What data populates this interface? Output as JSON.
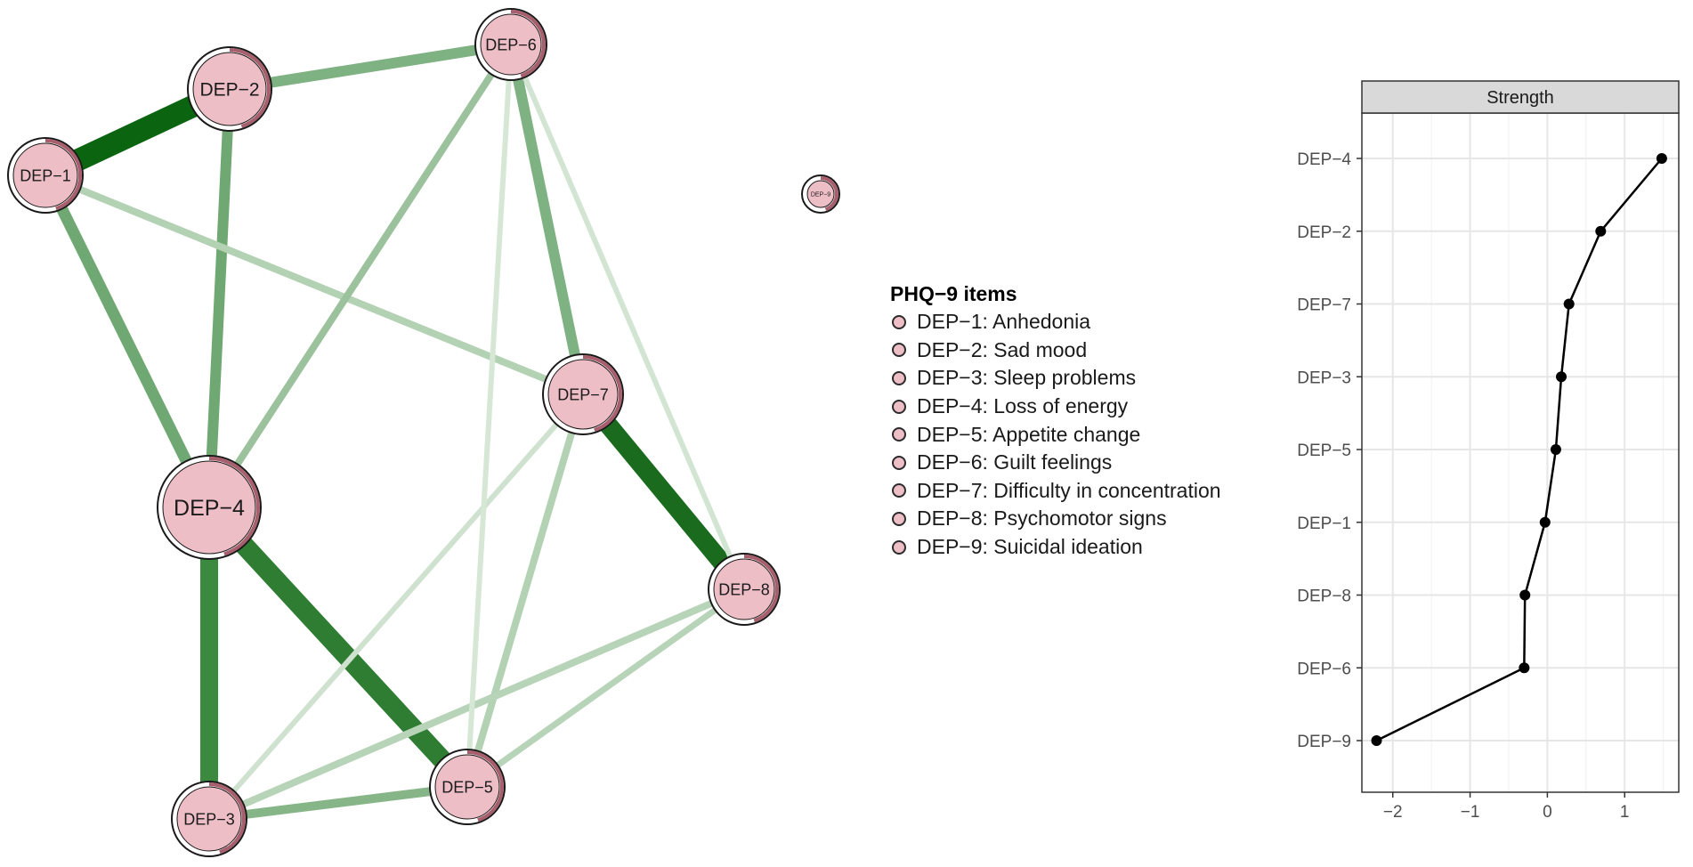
{
  "network": {
    "nodes": [
      {
        "id": "DEP-1",
        "label": "DEP−1"
      },
      {
        "id": "DEP-2",
        "label": "DEP−2"
      },
      {
        "id": "DEP-3",
        "label": "DEP−3"
      },
      {
        "id": "DEP-4",
        "label": "DEP−4"
      },
      {
        "id": "DEP-5",
        "label": "DEP−5"
      },
      {
        "id": "DEP-6",
        "label": "DEP−6"
      },
      {
        "id": "DEP-7",
        "label": "DEP−7"
      },
      {
        "id": "DEP-8",
        "label": "DEP−8"
      },
      {
        "id": "DEP-9",
        "label": "DEP−9"
      }
    ],
    "edges": [
      {
        "from": "DEP-1",
        "to": "DEP-2",
        "color": "#0a6410"
      },
      {
        "from": "DEP-4",
        "to": "DEP-5",
        "color": "#2e7d32"
      },
      {
        "from": "DEP-7",
        "to": "DEP-8",
        "color": "#1b6b1e"
      },
      {
        "from": "DEP-3",
        "to": "DEP-4",
        "color": "#3c8a3f"
      },
      {
        "from": "DEP-1",
        "to": "DEP-4",
        "color": "#6fa872"
      },
      {
        "from": "DEP-2",
        "to": "DEP-4",
        "color": "#6fa872"
      },
      {
        "from": "DEP-2",
        "to": "DEP-6",
        "color": "#7fb282"
      },
      {
        "from": "DEP-6",
        "to": "DEP-7",
        "color": "#7fb282"
      },
      {
        "from": "DEP-1",
        "to": "DEP-7",
        "color": "#b3d1b3"
      },
      {
        "from": "DEP-4",
        "to": "DEP-6",
        "color": "#9cc29d"
      },
      {
        "from": "DEP-3",
        "to": "DEP-5",
        "color": "#86b688"
      },
      {
        "from": "DEP-5",
        "to": "DEP-7",
        "color": "#b3d1b3"
      },
      {
        "from": "DEP-3",
        "to": "DEP-8",
        "color": "#b8d4b8"
      },
      {
        "from": "DEP-5",
        "to": "DEP-8",
        "color": "#b8d4b8"
      },
      {
        "from": "DEP-3",
        "to": "DEP-7",
        "color": "#cfe2cf"
      },
      {
        "from": "DEP-5",
        "to": "DEP-6",
        "color": "#d6e7d6"
      },
      {
        "from": "DEP-6",
        "to": "DEP-8",
        "color": "#d2e4d2"
      }
    ],
    "node_fill": "#eebec7",
    "node_ring": "#a85f6d"
  },
  "legend": {
    "title": "PHQ−9 items",
    "items": [
      "DEP−1: Anhedonia",
      "DEP−2: Sad mood",
      "DEP−3: Sleep problems",
      "DEP−4: Loss of energy",
      "DEP−5: Appetite change",
      "DEP−6: Guilt feelings",
      "DEP−7: Difficulty in concentration",
      "DEP−8: Psychomotor signs",
      "DEP−9: Suicidal ideation"
    ]
  },
  "chart_data": {
    "type": "line",
    "title": "Strength",
    "xlabel": "",
    "ylabel": "",
    "xlim": [
      -2.4,
      1.7
    ],
    "x_ticks": [
      -2,
      -1,
      0,
      1
    ],
    "x_tick_labels": [
      "−2",
      "−1",
      "0",
      "1"
    ],
    "categories": [
      "DEP−4",
      "DEP−2",
      "DEP−7",
      "DEP−3",
      "DEP−5",
      "DEP−1",
      "DEP−8",
      "DEP−6",
      "DEP−9"
    ],
    "values": [
      1.48,
      0.69,
      0.28,
      0.18,
      0.11,
      -0.03,
      -0.29,
      -0.3,
      -2.21
    ],
    "grid": true,
    "colors": {
      "line": "#000000",
      "point": "#000000",
      "strip": "#d9d9d9",
      "grid": "#e6e6e6"
    }
  }
}
